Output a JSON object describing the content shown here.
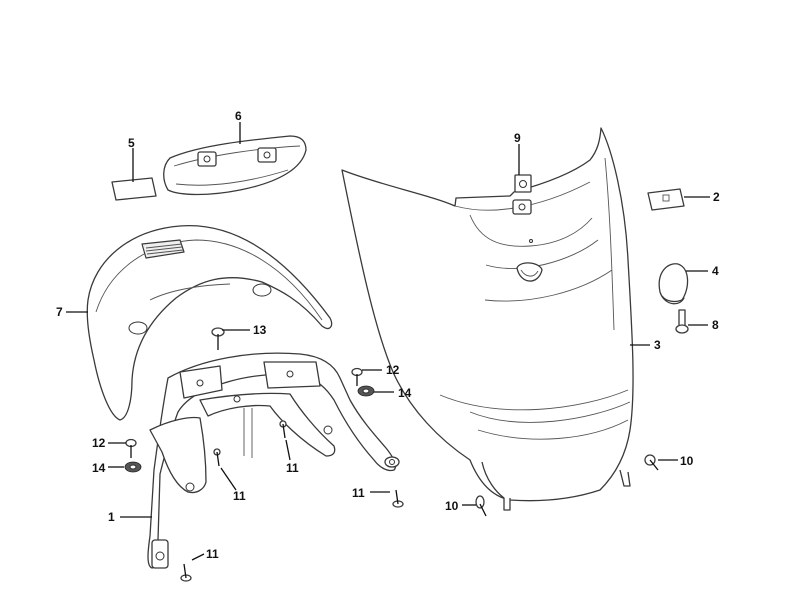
{
  "callouts": {
    "c1": "1",
    "c2": "2",
    "c3": "3",
    "c4": "4",
    "c5": "5",
    "c6": "6",
    "c7": "7",
    "c8": "8",
    "c9": "9",
    "c10a": "10",
    "c10b": "10",
    "c11a": "11",
    "c11b": "11",
    "c11c": "11",
    "c11d": "11",
    "c12a": "12",
    "c12b": "12",
    "c13": "13",
    "c14a": "14",
    "c14b": "14"
  }
}
